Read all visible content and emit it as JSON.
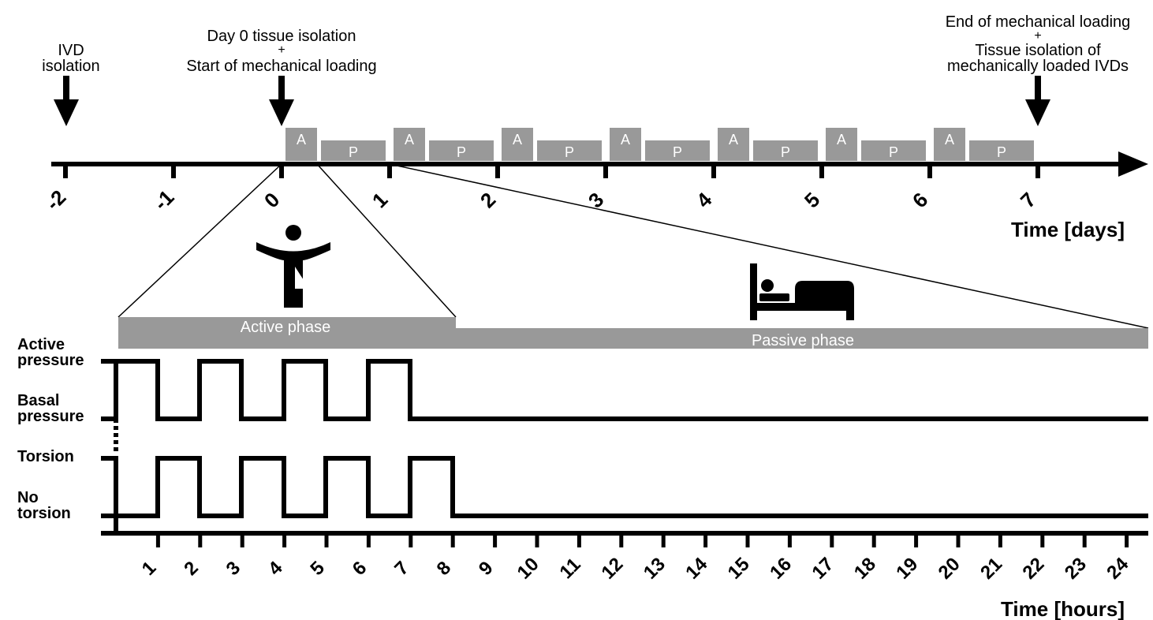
{
  "annotations": {
    "ivd_isolation": [
      "IVD",
      "isolation"
    ],
    "day0": [
      "Day 0 tissue isolation",
      "+",
      "Start of mechanical loading"
    ],
    "end": [
      "End of mechanical loading",
      "+",
      "Tissue isolation of",
      "mechanically loaded IVDs"
    ]
  },
  "days_axis": {
    "ticks": [
      "-2",
      "-1",
      "0",
      "1",
      "2",
      "3",
      "4",
      "5",
      "6",
      "7"
    ],
    "title": "Time [days]",
    "active_block_label": "A",
    "passive_block_label": "P"
  },
  "phases": {
    "active": "Active phase",
    "passive": "Passive phase"
  },
  "levels": {
    "active_pressure": [
      "Active",
      "pressure"
    ],
    "basal_pressure": [
      "Basal",
      "pressure"
    ],
    "torsion": "Torsion",
    "no_torsion": [
      "No",
      "torsion"
    ]
  },
  "hours_axis": {
    "ticks": [
      "1",
      "2",
      "3",
      "4",
      "5",
      "6",
      "7",
      "8",
      "9",
      "10",
      "11",
      "12",
      "13",
      "14",
      "15",
      "16",
      "17",
      "18",
      "19",
      "20",
      "21",
      "22",
      "23",
      "24"
    ],
    "title": "Time [hours]"
  },
  "icons": [
    "exercise-person-icon",
    "sleeping-in-bed-icon",
    "arrow-down-icon"
  ],
  "colors": {
    "block": "#999999",
    "line": "#000000"
  }
}
